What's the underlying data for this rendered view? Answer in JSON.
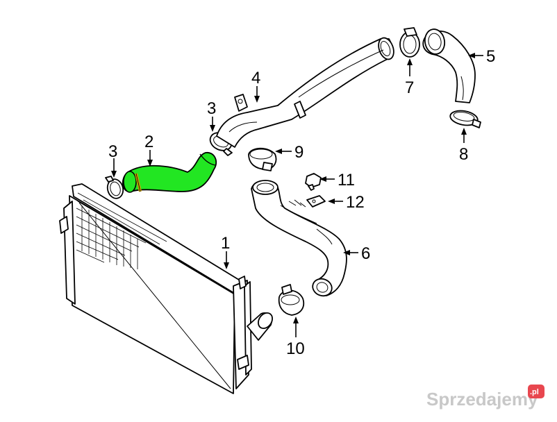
{
  "diagram": {
    "colors": {
      "highlight": "#22e622",
      "line": "#000000",
      "background": "#ffffff",
      "watermark": "#c8c8c8",
      "watermark_badge": "#e8474f"
    },
    "callouts": {
      "c1": "1",
      "c2": "2",
      "c3a": "3",
      "c3b": "3",
      "c4": "4",
      "c5": "5",
      "c6": "6",
      "c7": "7",
      "c8": "8",
      "c9": "9",
      "c10": "10",
      "c11": "11",
      "c12": "12"
    },
    "parts": [
      "intercooler",
      "charge-air-hose-highlighted",
      "hose-clamp",
      "charge-air-pipe-upper",
      "charge-air-hose-turbo",
      "charge-air-pipe-lower",
      "clamp",
      "clamp",
      "clamp",
      "clamp",
      "sensor",
      "bracket"
    ]
  },
  "watermark": {
    "text": "Sprzedajemy",
    "badge": ".pl"
  }
}
